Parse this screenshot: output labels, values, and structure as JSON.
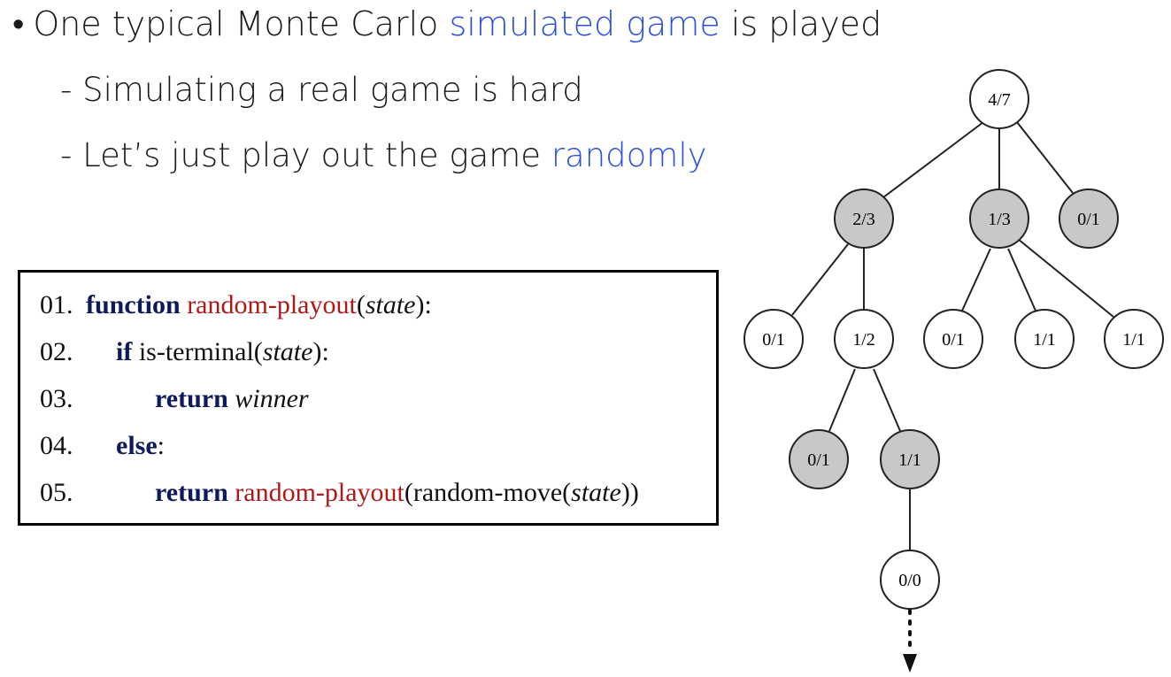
{
  "bullets": {
    "line1": {
      "marker": "•",
      "before": "One typical Monte Carlo ",
      "highlight": "simulated game",
      "after": " is played"
    },
    "line2": {
      "marker": "-",
      "text": "Simulating a real game is hard"
    },
    "line3": {
      "marker": "-",
      "before": "Let’s just play out the game ",
      "highlight": "randomly"
    }
  },
  "code": {
    "lines": [
      {
        "num": "01.",
        "kw": "function",
        "fn": "random-playout",
        "open": "(",
        "arg": "state",
        "close": "):"
      },
      {
        "num": "02.",
        "kw": "if",
        "text": " is-terminal(",
        "arg": "state",
        "close": "):"
      },
      {
        "num": "03.",
        "kw": "return",
        "arg": "winner"
      },
      {
        "num": "04.",
        "kw": "else",
        "close": ":"
      },
      {
        "num": "05.",
        "kw": "return",
        "fn": "random-playout",
        "text": "(random-move(",
        "arg": "state",
        "close": "))"
      }
    ]
  },
  "tree": {
    "nodes": [
      {
        "id": "root",
        "label": "4/7",
        "filled": false
      },
      {
        "id": "a",
        "label": "2/3",
        "filled": true
      },
      {
        "id": "b",
        "label": "1/3",
        "filled": true
      },
      {
        "id": "c",
        "label": "0/1",
        "filled": true
      },
      {
        "id": "a1",
        "label": "0/1",
        "filled": false
      },
      {
        "id": "a2",
        "label": "1/2",
        "filled": false
      },
      {
        "id": "b1",
        "label": "0/1",
        "filled": false
      },
      {
        "id": "b2",
        "label": "1/1",
        "filled": false
      },
      {
        "id": "b3",
        "label": "1/1",
        "filled": false
      },
      {
        "id": "a21",
        "label": "0/1",
        "filled": true
      },
      {
        "id": "a22",
        "label": "1/1",
        "filled": true
      },
      {
        "id": "sim",
        "label": "0/0",
        "filled": false
      }
    ],
    "colors": {
      "filled": "#c8c8c8",
      "empty": "#ffffff",
      "stroke": "#222222"
    }
  }
}
